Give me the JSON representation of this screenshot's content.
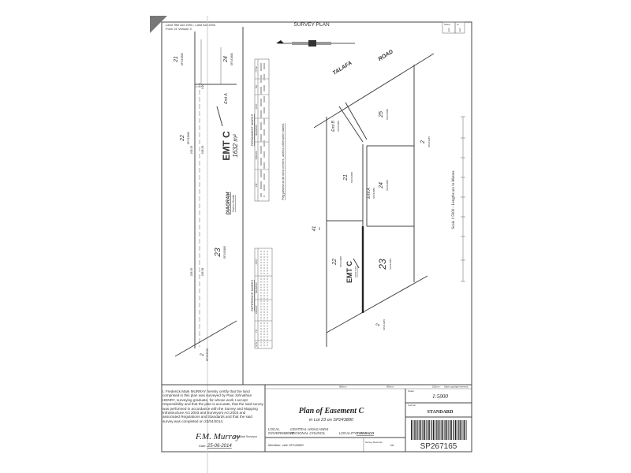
{
  "header": {
    "act": "Land Title Act 1994 ; Land Act 1994",
    "form": "Form 21 Version 3",
    "title": "SURVEY PLAN",
    "sheet_label": "Sheet",
    "sheet": "1",
    "of_label": "of",
    "of": "1"
  },
  "diagram": {
    "lots": [
      "21",
      "24",
      "22",
      "23",
      "2"
    ],
    "plan_refs": [
      "SP243880",
      "SP243880",
      "SP243880",
      "SP243880",
      "SP243945"
    ],
    "easement": "EMT C",
    "area": "1632 m²",
    "title": "DIAGRAM",
    "subtitle": "Not to Scale",
    "emt_a": "Emt A",
    "dims": [
      "208.53",
      "208.53",
      "208.55",
      "208.58",
      "1.00"
    ]
  },
  "permanent_marks": {
    "title": "PERMANENT MARKS",
    "headers": [
      "PM",
      "ORIGIN",
      "BEARING",
      "DIST",
      "NO",
      "TYPE"
    ]
  },
  "reference_marks": {
    "title": "REFERENCE MARKS",
    "headers": [
      "STN",
      "TO",
      "ORIGIN",
      "BEARING",
      "DIST"
    ]
  },
  "peg_note": "Peg placed at all new corners, unless otherwise stated.",
  "plan": {
    "road": [
      "TALAFA",
      "ROAD"
    ],
    "lots": [
      {
        "num": "25",
        "ref": "SP243880"
      },
      {
        "num": "21",
        "ref": "SP243880"
      },
      {
        "num": "24",
        "ref": "SP243880"
      },
      {
        "num": "23",
        "ref": "SP243880"
      },
      {
        "num": "22",
        "ref": "SP243880"
      },
      {
        "num": "2",
        "ref": "SP243945"
      },
      {
        "num": "2",
        "ref": "SP243945"
      },
      {
        "num": "41",
        "ref": "RP"
      }
    ],
    "easement": "EMT C",
    "easement_ref": "SP267165",
    "emt_a": "Emt A",
    "emt_a_ref": "SP243880",
    "emt_b": "Emt B",
    "emt_b_ref": "SP243880",
    "scale_note": "Scale 1:5000 - Lengths are in Metres."
  },
  "title_block": {
    "ruler": [
      "500mm",
      "400mm",
      "150mm",
      "State copyright reserved."
    ],
    "certification": "I, Frederick Mark MURRAY hereby certify that the land comprised in this plan was surveyed by Paul Johnathan HENRY, surveying graduate, for whose work I accept responsibility and that the plan is accurate, that the said survey was performed in accordance with the Survey and Mapping Infrastructure Act 2003 and Surveyors Act 2003 and associated Regulations and Standards and that the said survey was completed on 23/04/2014.",
    "signature": "F.M. Murray",
    "surveyor_label": "Cadastral Surveyor",
    "date_label": "Date:",
    "date": "25-06-2014",
    "plan_title": "Plan of Easement C",
    "plan_subtitle": "in Lot 23 on SP243880",
    "local_label": "LOCAL",
    "government_label": "GOVERNMENT:",
    "local_government_1": "CENTRAL HIGHLANDS",
    "local_government_2": "REGIONAL COUNCIL",
    "locality_label": "LOCALITY:",
    "locality": "EMERALD",
    "meridian": "Meridian: vide SP243880",
    "survey_records_label": "Survey Records:",
    "survey_records": "No",
    "scale_label": "Scale:",
    "scale": "1:5000",
    "format_label": "Format:",
    "format": "STANDARD",
    "plan_number": "SP267165"
  }
}
